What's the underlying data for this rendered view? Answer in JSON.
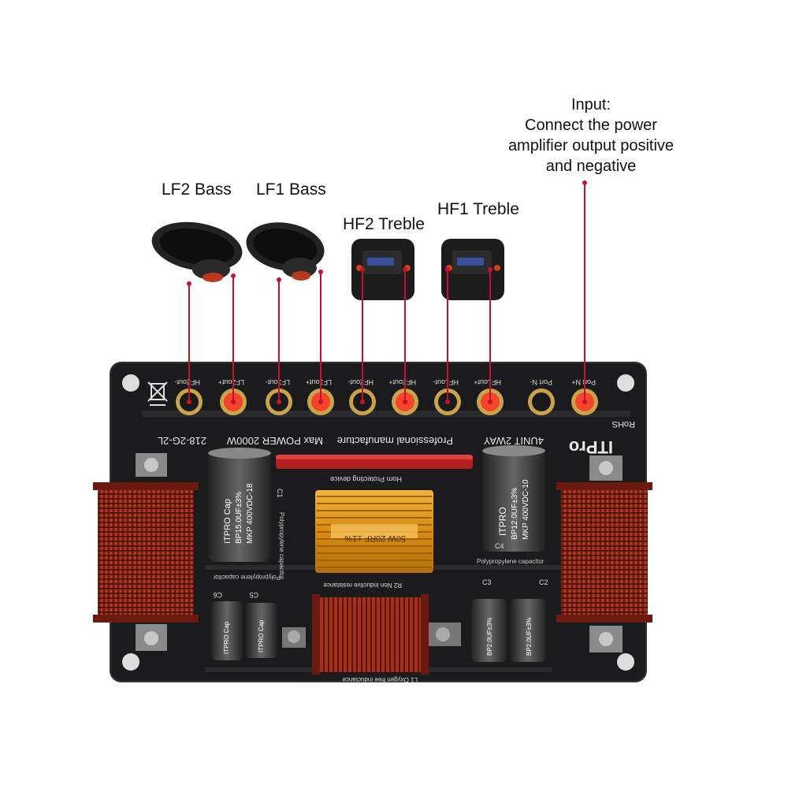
{
  "labels": {
    "lf2": "LF2 Bass",
    "lf1": "LF1 Bass",
    "hf2": "HF2 Treble",
    "hf1": "HF1 Treble",
    "input_lines": [
      "Input:",
      "Connect the power",
      "amplifier output positive",
      "and negative"
    ]
  },
  "board": {
    "model": "218-2G-2L",
    "power": "Max POWER 2000W",
    "manufacture": "Professional manufacture",
    "type": "4UNIT 2WAY",
    "brand": "ITPro",
    "rohs": "RoHS",
    "terminals": [
      "HF2out-",
      "LF2out+",
      "LF1out-",
      "LF1out+",
      "HF2out-",
      "HF2out+",
      "HF1out-",
      "HF1out+",
      "Port N-",
      "Port N+"
    ],
    "horn_label": "Horn Protecting device",
    "resistor_label": "50W 20RF ±1%",
    "resistor_caption": "R2 Non inductive resistance",
    "inductor_caption": "L1 Oxygen free inductance",
    "poly_cap_label": "Polypropylene capacitor",
    "cap_left_big": [
      "ITPRO Cap",
      "BP15.0UF±3%",
      "MKP 400VDC-18"
    ],
    "cap_right_big": [
      "ITPRO",
      "BP12.0UF±3%",
      "MKP 400VDC-10"
    ],
    "cap_small_1": [
      "ITPRO Cap",
      "BP2.0UF±3%"
    ],
    "cap_small_2": [
      "ITPRO Cap",
      "BP2.0UF±3%"
    ],
    "cap_names": [
      "C1",
      "C4",
      "C6",
      "C5",
      "C3",
      "C2"
    ]
  },
  "colors": {
    "wire": "#c8102e",
    "board": "#1b1b1d",
    "copper": "#9c2a1a",
    "gold": "#d9951f",
    "terminal_red": "#f2452a"
  }
}
